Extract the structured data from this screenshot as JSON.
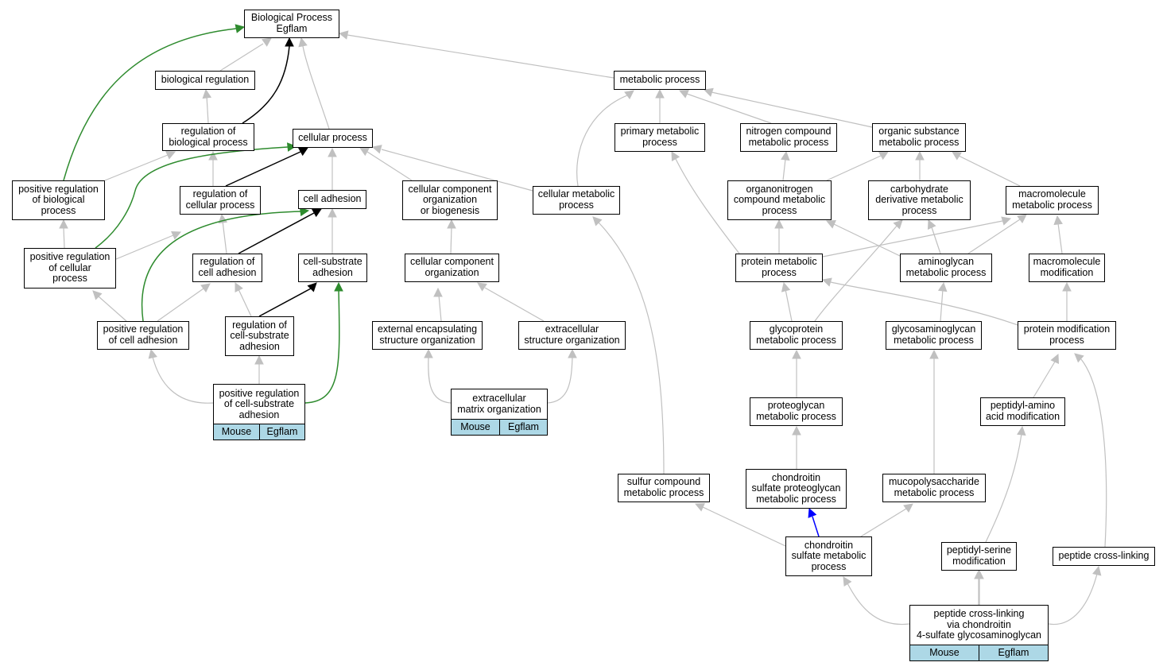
{
  "colors": {
    "is_a": "#c0c0c0",
    "part_of": "#000000",
    "positively_regulates": "#2e8b2e",
    "blue_edge": "#0000ff",
    "annotation_cell": "#add8e6"
  },
  "nodes": {
    "bp": "Biological Process\nEgflam",
    "bioreg": "biological regulation",
    "metabolic": "metabolic process",
    "regbio": "regulation of\nbiological process",
    "cellular": "cellular process",
    "primary": "primary metabolic\nprocess",
    "nitrogen": "nitrogen compound\nmetabolic process",
    "organic": "organic substance\nmetabolic process",
    "posbio": "positive regulation\nof biological\nprocess",
    "regcell": "regulation of\ncellular process",
    "celladh": "cell adhesion",
    "ccob": "cellular component\norganization\nor biogenesis",
    "cellmeta": "cellular metabolic\nprocess",
    "organon": "organonitrogen\ncompound metabolic\nprocess",
    "carbo": "carbohydrate\nderivative metabolic\nprocess",
    "macro": "macromolecule\nmetabolic process",
    "poscell": "positive regulation\nof cellular\nprocess",
    "regadh": "regulation of\ncell adhesion",
    "csadh": "cell-substrate\nadhesion",
    "cco": "cellular component\norganization",
    "protmeta": "protein metabolic\nprocess",
    "aminogly": "aminoglycan\nmetabolic process",
    "macromod": "macromolecule\nmodification",
    "posadh": "positive regulation\nof cell adhesion",
    "regcsadh": "regulation of\ncell-substrate\nadhesion",
    "extenc": "external encapsulating\nstructure organization",
    "extstruct": "extracellular\nstructure organization",
    "glycoprot": "glycoprotein\nmetabolic process",
    "gag": "glycosaminoglycan\nmetabolic process",
    "protmod": "protein modification\nprocess",
    "proteogly": "proteoglycan\nmetabolic process",
    "peptamino": "peptidyl-amino\nacid modification",
    "sulfur": "sulfur compound\nmetabolic process",
    "cspg": "chondroitin\nsulfate proteoglycan\nmetabolic process",
    "mucopoly": "mucopolysaccharide\nmetabolic process",
    "chondsulf": "chondroitin\nsulfate metabolic\nprocess",
    "peptserine": "peptidyl-serine\nmodification",
    "peptcross": "peptide cross-linking"
  },
  "annotated": {
    "poscsadh": {
      "title": "positive regulation\nof cell-substrate\nadhesion",
      "species": "Mouse",
      "gene": "Egflam"
    },
    "ecm": {
      "title": "extracellular\nmatrix organization",
      "species": "Mouse",
      "gene": "Egflam"
    },
    "pcl": {
      "title": "peptide cross-linking\nvia chondroitin\n4-sulfate glycosaminoglycan",
      "species": "Mouse",
      "gene": "Egflam"
    }
  }
}
